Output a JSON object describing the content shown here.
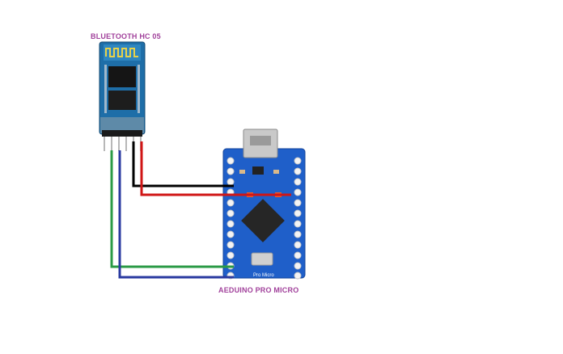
{
  "bluetooth_module": {
    "label": "BLUETOOTH HC 05"
  },
  "arduino_board": {
    "label": "AEDUINO PRO MICRO",
    "silkscreen": "Pro Micro"
  },
  "colors": {
    "label_text": "#a1419b",
    "board_blue": "#1f5fc9",
    "bt_pcb": "#1e6ea8",
    "wire_black": "#000000",
    "wire_red": "#d01515",
    "wire_green": "#2a9a45",
    "wire_blue": "#2a3aa0"
  },
  "wires": [
    {
      "name": "wire-black",
      "color": "black"
    },
    {
      "name": "wire-red",
      "color": "red"
    },
    {
      "name": "wire-green",
      "color": "green"
    },
    {
      "name": "wire-blue",
      "color": "blue"
    }
  ]
}
